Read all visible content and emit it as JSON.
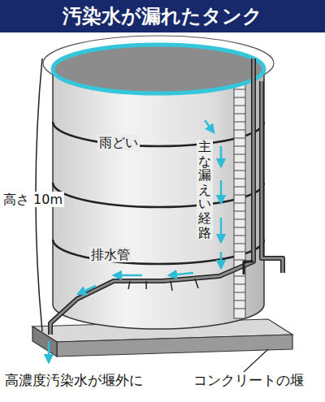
{
  "diagram": {
    "title": "汚染水が漏れたタンク",
    "labels": [
      "雨どい",
      "主な漏えい経路",
      "高さ 10m",
      "排水管",
      "高濃度汚染水が堰外に",
      "コンクリートの堰"
    ]
  }
}
